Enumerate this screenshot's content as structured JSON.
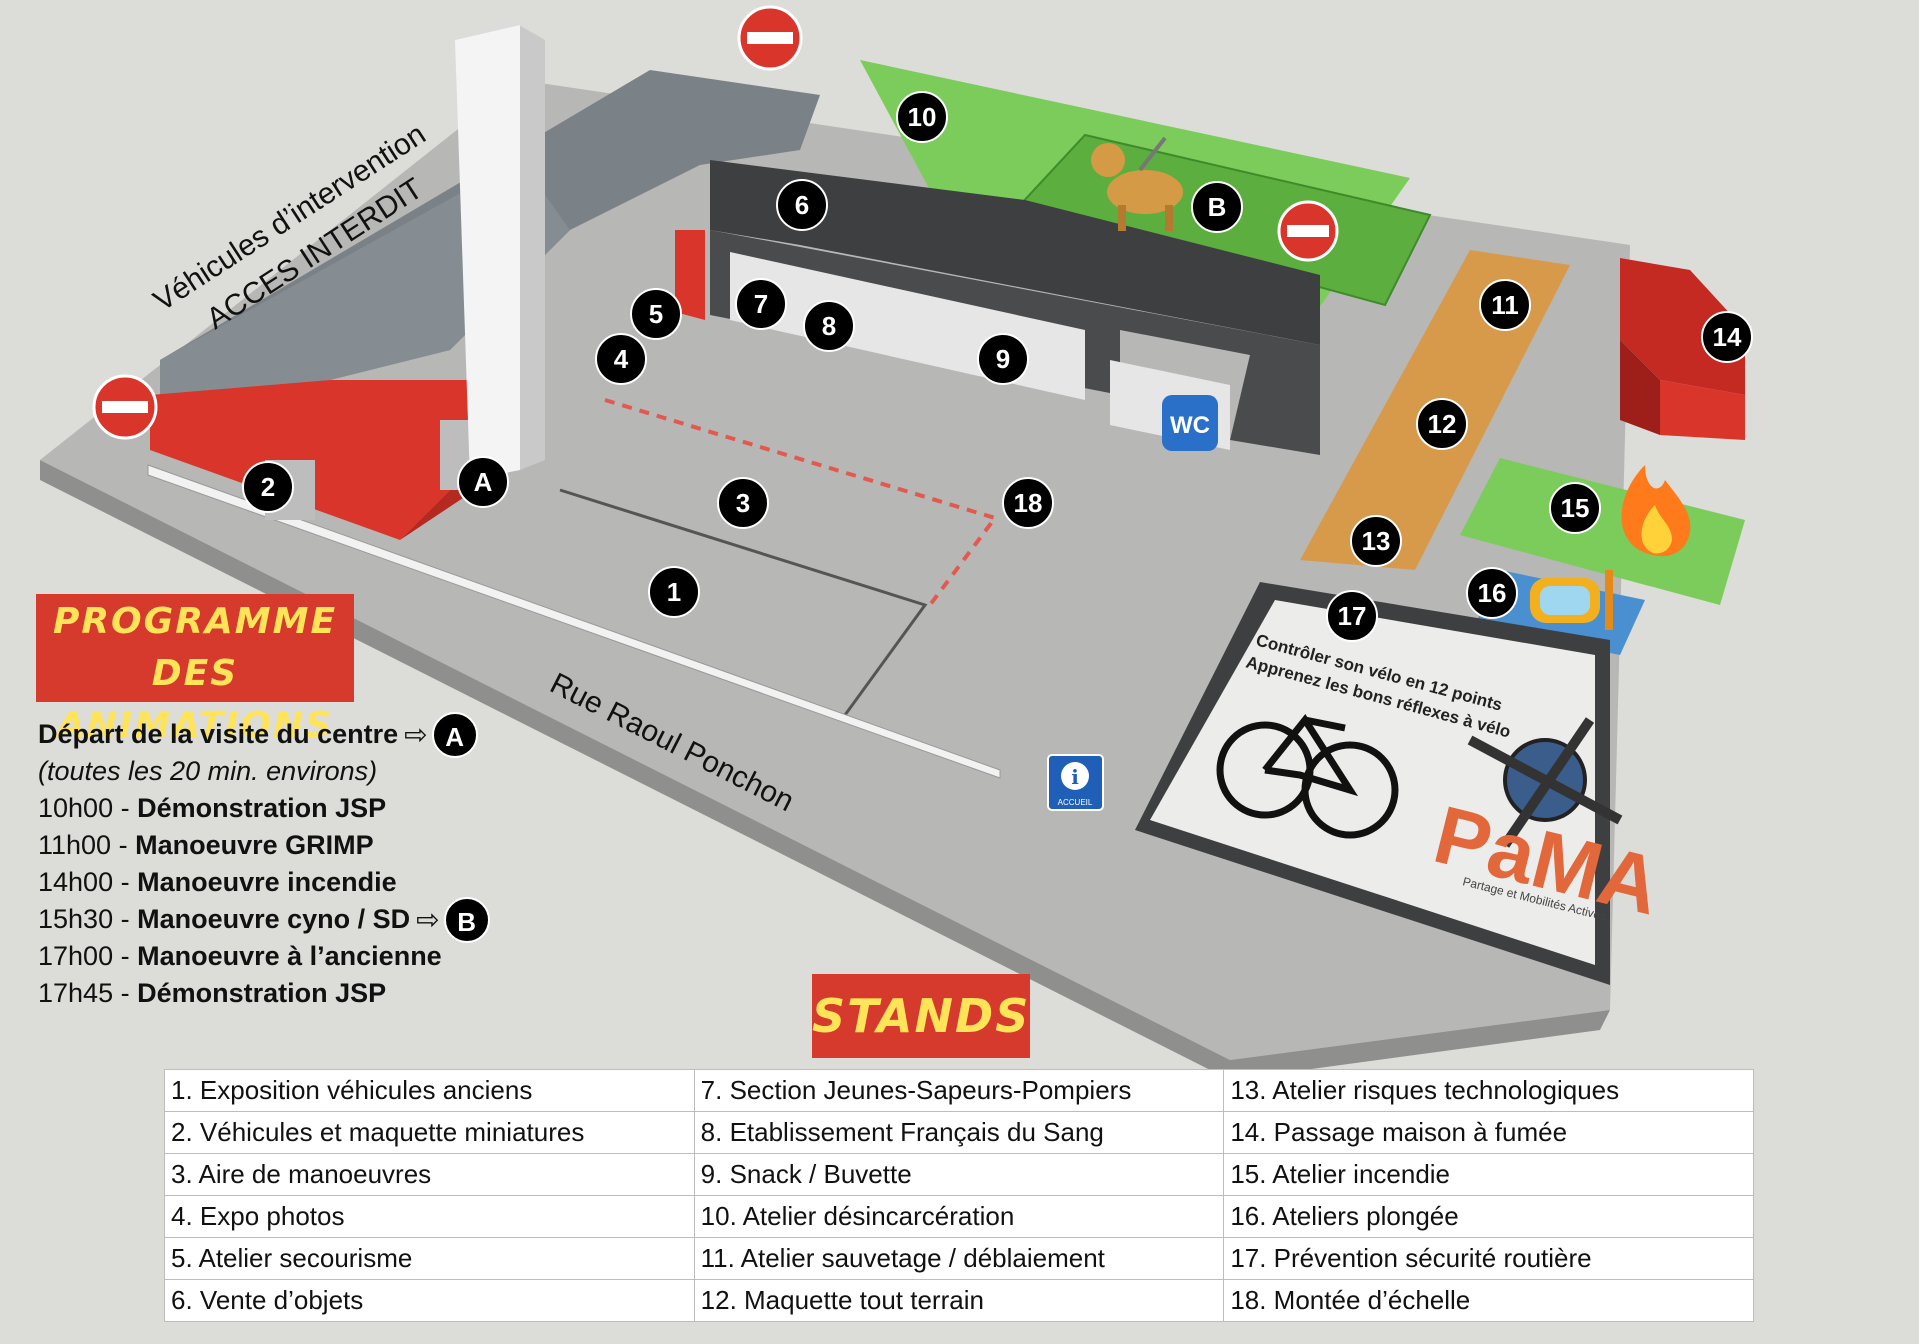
{
  "map_labels": {
    "acces_line1": "Véhicules d’intervention",
    "acces_line2": "ACCES INTERDIT",
    "street": "Rue Raoul Ponchon",
    "wc": "WC",
    "accueil": "ACCUEIL",
    "pama_logo": "PaMA",
    "pama_tagline": "Partage et Mobilités Actives",
    "velo_line1": "Contrôler son vélo en 12 points",
    "velo_line2": "Apprenez les bons réflexes à vélo"
  },
  "markers": {
    "m1": "1",
    "m2": "2",
    "m3": "3",
    "m4": "4",
    "m5": "5",
    "m6": "6",
    "m7": "7",
    "m8": "8",
    "m9": "9",
    "m10": "10",
    "m11": "11",
    "m12": "12",
    "m13": "13",
    "m14": "14",
    "m15": "15",
    "m16": "16",
    "m17": "17",
    "m18": "18",
    "mA": "A",
    "mB": "B"
  },
  "icons": [
    "no-entry-icon",
    "guide-dog-icon",
    "fire-icon",
    "diving-mask-icon",
    "bicycle-icon",
    "wc-icon",
    "info-icon"
  ],
  "colors": {
    "building_red": "#d9352a",
    "lawn_green": "#7bcc5a",
    "track_orange": "#d79a4a",
    "roof_grey": "#7b8287",
    "dark_grey": "#3e3f41"
  },
  "programme": {
    "title_line1": "PROGRAMME",
    "title_line2": "DES ANIMATIONS",
    "visite": "Départ de la visite du centre",
    "visite_marker": "A",
    "visite_note": "(toutes les 20 min. environs)",
    "items": [
      {
        "time": "10h00 -",
        "label": "Démonstration JSP"
      },
      {
        "time": "11h00 -",
        "label": "Manoeuvre GRIMP"
      },
      {
        "time": "14h00 -",
        "label": "Manoeuvre incendie"
      },
      {
        "time": "15h30 -",
        "label": "Manoeuvre cyno / SD",
        "marker": "B"
      },
      {
        "time": "17h00 -",
        "label": "Manoeuvre à l’ancienne"
      },
      {
        "time": "17h45 -",
        "label": "Démonstration JSP"
      }
    ]
  },
  "stands": {
    "title": "STANDS",
    "rows": [
      [
        "1. Exposition véhicules anciens",
        "7. Section Jeunes-Sapeurs-Pompiers",
        "13. Atelier risques technologiques"
      ],
      [
        "2. Véhicules et maquette miniatures",
        "8. Etablissement Français du Sang",
        "14. Passage maison à fumée"
      ],
      [
        "3. Aire de manoeuvres",
        "9. Snack / Buvette",
        "15. Atelier incendie"
      ],
      [
        "4. Expo photos",
        "10. Atelier désincarcération",
        "16. Ateliers plongée"
      ],
      [
        "5. Atelier secourisme",
        "11. Atelier sauvetage / déblaiement",
        "17. Prévention sécurité routière"
      ],
      [
        "6. Vente d’objets",
        "12. Maquette tout terrain",
        "18. Montée d’échelle"
      ]
    ]
  }
}
